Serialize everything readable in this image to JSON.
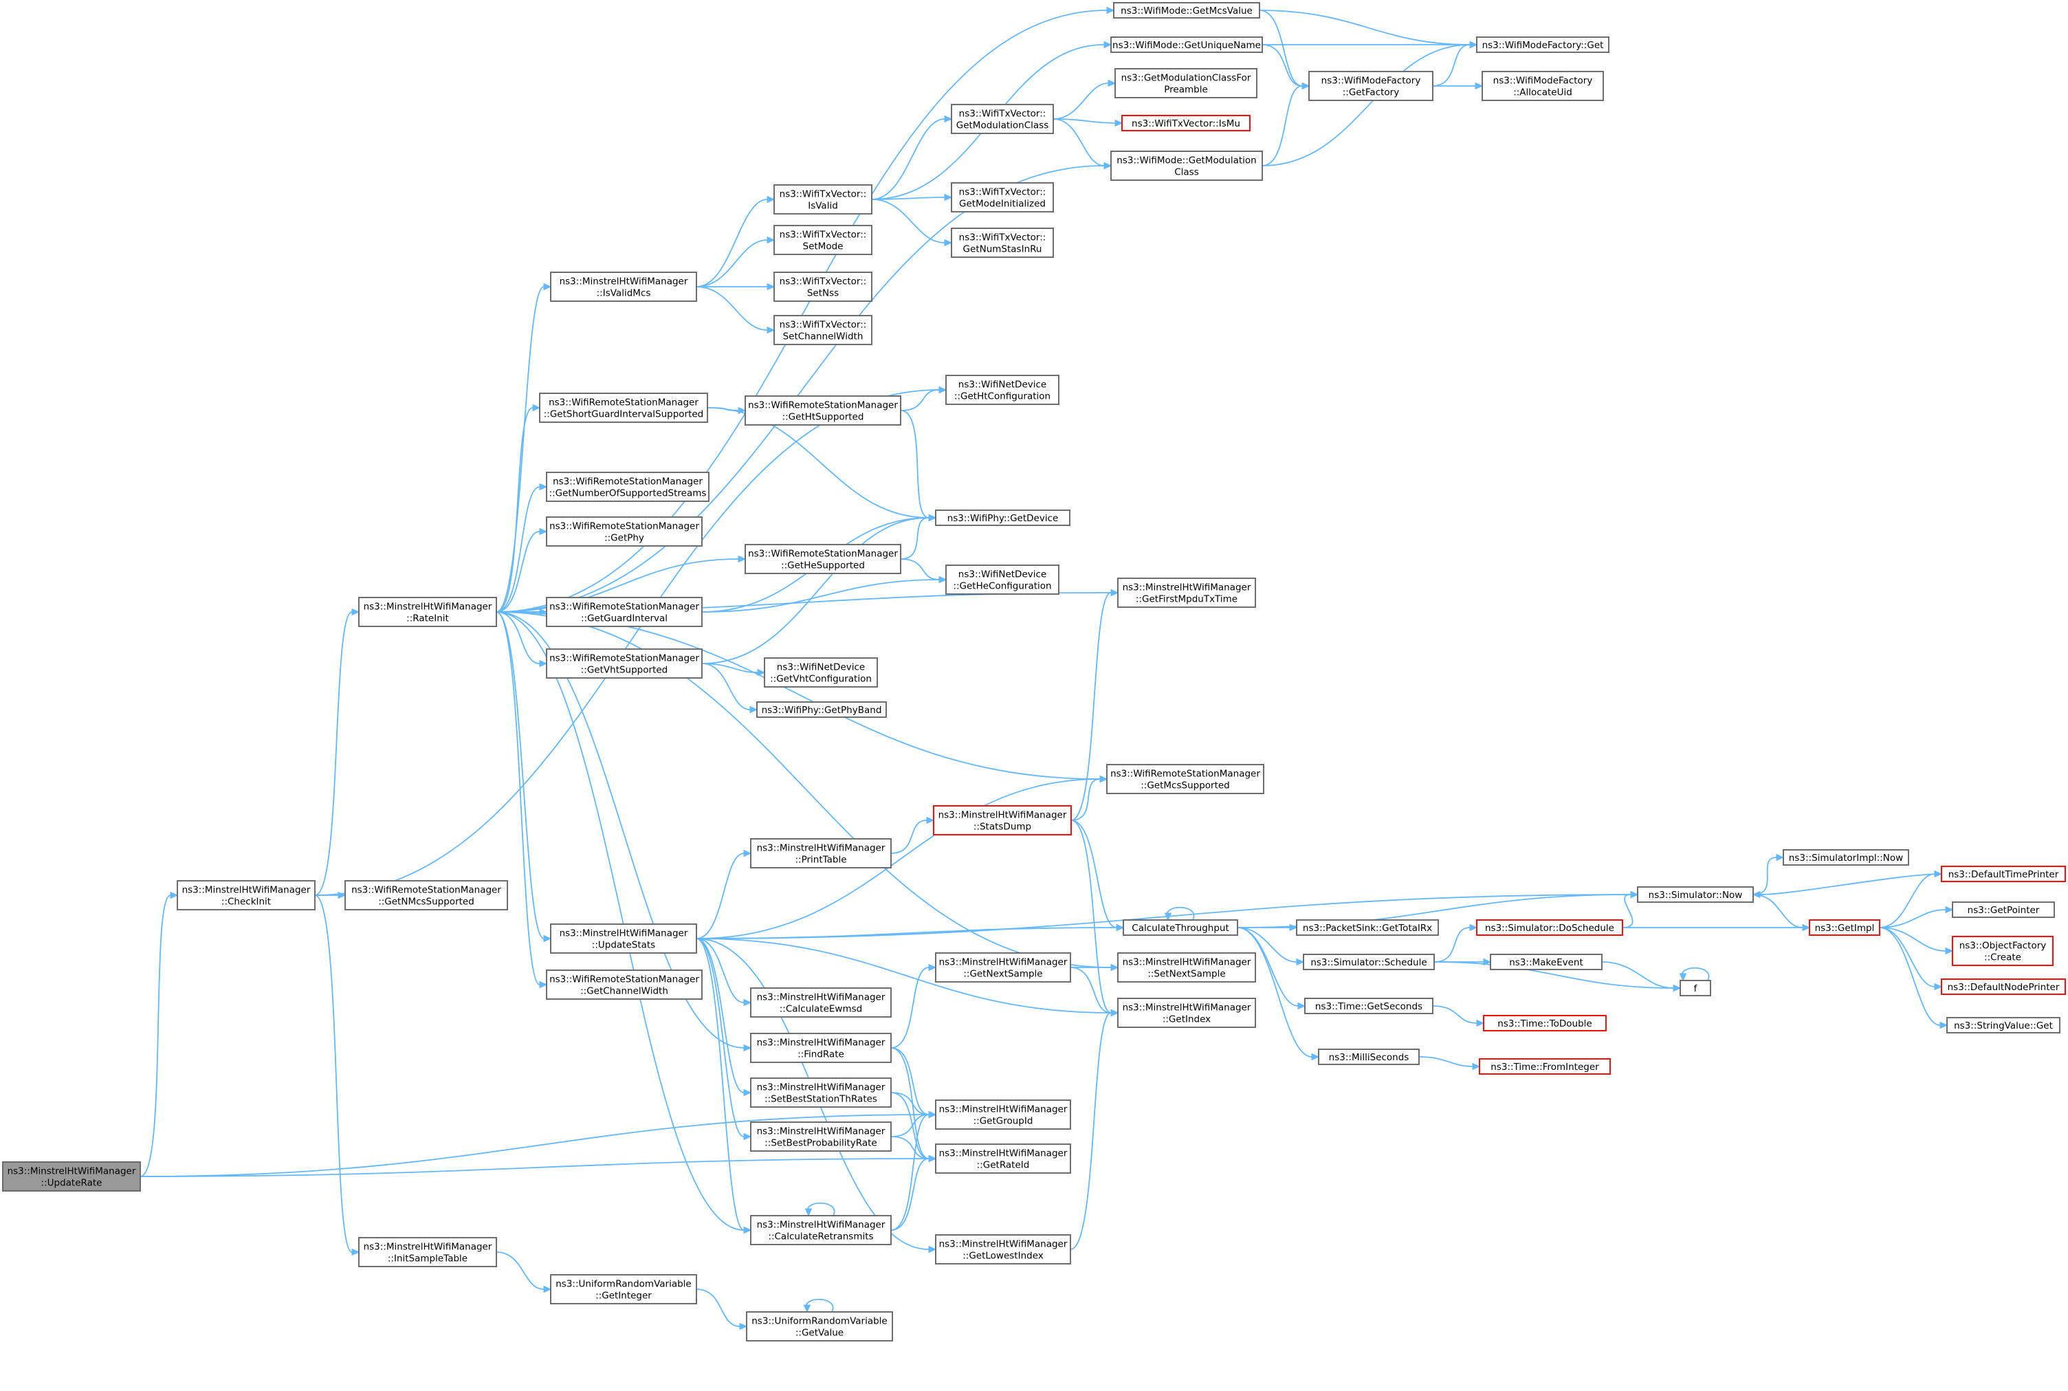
{
  "diagram": {
    "type": "call-graph",
    "colors": {
      "edge": "#63b8ff",
      "node_border": "#666666",
      "root_fill": "#999999",
      "truncated_border": "#ff0000"
    },
    "nodes": [
      {
        "id": "updaterate",
        "lines": [
          "ns3::MinstrelHtWifiManager",
          "::UpdateRate"
        ],
        "root": true
      },
      {
        "id": "checkinit",
        "lines": [
          "ns3::MinstrelHtWifiManager",
          "::CheckInit"
        ]
      },
      {
        "id": "getnmcs",
        "lines": [
          "ns3::WifiRemoteStationManager",
          "::GetNMcsSupported"
        ]
      },
      {
        "id": "initsample",
        "lines": [
          "ns3::MinstrelHtWifiManager",
          "::InitSampleTable"
        ]
      },
      {
        "id": "urv_getinteger",
        "lines": [
          "ns3::UniformRandomVariable",
          "::GetInteger"
        ]
      },
      {
        "id": "urv_getvalue",
        "lines": [
          "ns3::UniformRandomVariable",
          "::GetValue"
        ]
      },
      {
        "id": "rateinit",
        "lines": [
          "ns3::MinstrelHtWifiManager",
          "::RateInit"
        ]
      },
      {
        "id": "isvalidmcs",
        "lines": [
          "ns3::MinstrelHtWifiManager",
          "::IsValidMcs"
        ]
      },
      {
        "id": "getsgi",
        "lines": [
          "ns3::WifiRemoteStationManager",
          "::GetShortGuardIntervalSupported"
        ]
      },
      {
        "id": "getnss",
        "lines": [
          "ns3::WifiRemoteStationManager",
          "::GetNumberOfSupportedStreams"
        ]
      },
      {
        "id": "getphy",
        "lines": [
          "ns3::WifiRemoteStationManager",
          "::GetPhy"
        ]
      },
      {
        "id": "getgi",
        "lines": [
          "ns3::WifiRemoteStationManager",
          "::GetGuardInterval"
        ]
      },
      {
        "id": "getvhtsup",
        "lines": [
          "ns3::WifiRemoteStationManager",
          "::GetVhtSupported"
        ]
      },
      {
        "id": "updatestats",
        "lines": [
          "ns3::MinstrelHtWifiManager",
          "::UpdateStats"
        ]
      },
      {
        "id": "getchwidth",
        "lines": [
          "ns3::WifiRemoteStationManager",
          "::GetChannelWidth"
        ]
      },
      {
        "id": "isvalid",
        "lines": [
          "ns3::WifiTxVector::",
          "IsValid"
        ]
      },
      {
        "id": "setmode",
        "lines": [
          "ns3::WifiTxVector::",
          "SetMode"
        ]
      },
      {
        "id": "setnss",
        "lines": [
          "ns3::WifiTxVector::",
          "SetNss"
        ]
      },
      {
        "id": "setchw",
        "lines": [
          "ns3::WifiTxVector::",
          "SetChannelWidth"
        ]
      },
      {
        "id": "gethtsup",
        "lines": [
          "ns3::WifiRemoteStationManager",
          "::GetHtSupported"
        ]
      },
      {
        "id": "gethesup",
        "lines": [
          "ns3::WifiRemoteStationManager",
          "::GetHeSupported"
        ]
      },
      {
        "id": "getmodclass_tx",
        "lines": [
          "ns3::WifiTxVector::",
          "GetModulationClass"
        ]
      },
      {
        "id": "getmodeinit",
        "lines": [
          "ns3::WifiTxVector::",
          "GetModeInitialized"
        ]
      },
      {
        "id": "getnumstas",
        "lines": [
          "ns3::WifiTxVector::",
          "GetNumStasInRu"
        ]
      },
      {
        "id": "gethtconf",
        "lines": [
          "ns3::WifiNetDevice",
          "::GetHtConfiguration"
        ]
      },
      {
        "id": "getdevice",
        "lines": [
          "ns3::WifiPhy::GetDevice"
        ]
      },
      {
        "id": "getheconf",
        "lines": [
          "ns3::WifiNetDevice",
          "::GetHeConfiguration"
        ]
      },
      {
        "id": "getvhtconf",
        "lines": [
          "ns3::WifiNetDevice",
          "::GetVhtConfiguration"
        ]
      },
      {
        "id": "getphyband",
        "lines": [
          "ns3::WifiPhy::GetPhyBand"
        ]
      },
      {
        "id": "printtable",
        "lines": [
          "ns3::MinstrelHtWifiManager",
          "::PrintTable"
        ]
      },
      {
        "id": "calcewmsd",
        "lines": [
          "ns3::MinstrelHtWifiManager",
          "::CalculateEwmsd"
        ]
      },
      {
        "id": "findrate",
        "lines": [
          "ns3::MinstrelHtWifiManager",
          "::FindRate"
        ]
      },
      {
        "id": "setbeststa",
        "lines": [
          "ns3::MinstrelHtWifiManager",
          "::SetBestStationThRates"
        ]
      },
      {
        "id": "setbestprob",
        "lines": [
          "ns3::MinstrelHtWifiManager",
          "::SetBestProbabilityRate"
        ]
      },
      {
        "id": "calcretrans",
        "lines": [
          "ns3::MinstrelHtWifiManager",
          "::CalculateRetransmits"
        ]
      },
      {
        "id": "statsdump",
        "lines": [
          "ns3::MinstrelHtWifiManager",
          "::StatsDump"
        ],
        "truncated": true
      },
      {
        "id": "getnextsample",
        "lines": [
          "ns3::MinstrelHtWifiManager",
          "::GetNextSample"
        ]
      },
      {
        "id": "getlowest",
        "lines": [
          "ns3::MinstrelHtWifiManager",
          "::GetLowestIndex"
        ]
      },
      {
        "id": "getmcsvalue",
        "lines": [
          "ns3::WifiMode::GetMcsValue"
        ]
      },
      {
        "id": "getuniquename",
        "lines": [
          "ns3::WifiMode::GetUniqueName"
        ]
      },
      {
        "id": "getmodclassforpre",
        "lines": [
          "ns3::GetModulationClassFor",
          "Preamble"
        ]
      },
      {
        "id": "ismu",
        "lines": [
          "ns3::WifiTxVector::IsMu"
        ],
        "truncated": true
      },
      {
        "id": "wm_getmodclass",
        "lines": [
          "ns3::WifiMode::GetModulation",
          "Class"
        ]
      },
      {
        "id": "getfirstmpdu",
        "lines": [
          "ns3::MinstrelHtWifiManager",
          "::GetFirstMpduTxTime"
        ]
      },
      {
        "id": "getmcssup",
        "lines": [
          "ns3::WifiRemoteStationManager",
          "::GetMcsSupported"
        ]
      },
      {
        "id": "calcthroughput",
        "lines": [
          "CalculateThroughput"
        ]
      },
      {
        "id": "setnextsample",
        "lines": [
          "ns3::MinstrelHtWifiManager",
          "::SetNextSample"
        ]
      },
      {
        "id": "getindex",
        "lines": [
          "ns3::MinstrelHtWifiManager",
          "::GetIndex"
        ]
      },
      {
        "id": "getgroupid",
        "lines": [
          "ns3::MinstrelHtWifiManager",
          "::GetGroupId"
        ]
      },
      {
        "id": "getrateid",
        "lines": [
          "ns3::MinstrelHtWifiManager",
          "::GetRateId"
        ]
      },
      {
        "id": "wmf_getfactory",
        "lines": [
          "ns3::WifiModeFactory",
          "::GetFactory"
        ]
      },
      {
        "id": "wmf_get",
        "lines": [
          "ns3::WifiModeFactory::Get"
        ]
      },
      {
        "id": "wmf_alloc",
        "lines": [
          "ns3::WifiModeFactory",
          "::AllocateUid"
        ]
      },
      {
        "id": "packetsink",
        "lines": [
          "ns3::PacketSink::GetTotalRx"
        ]
      },
      {
        "id": "schedule",
        "lines": [
          "ns3::Simulator::Schedule"
        ]
      },
      {
        "id": "getseconds",
        "lines": [
          "ns3::Time::GetSeconds"
        ]
      },
      {
        "id": "milliseconds",
        "lines": [
          "ns3::MilliSeconds"
        ]
      },
      {
        "id": "doschedule",
        "lines": [
          "ns3::Simulator::DoSchedule"
        ],
        "truncated": true
      },
      {
        "id": "makeevent",
        "lines": [
          "ns3::MakeEvent"
        ]
      },
      {
        "id": "todouble",
        "lines": [
          "ns3::Time::ToDouble"
        ],
        "truncated": true
      },
      {
        "id": "frominteger",
        "lines": [
          "ns3::Time::FromInteger"
        ],
        "truncated": true
      },
      {
        "id": "sim_now",
        "lines": [
          "ns3::Simulator::Now"
        ]
      },
      {
        "id": "f",
        "lines": [
          "f"
        ]
      },
      {
        "id": "simimpl_now",
        "lines": [
          "ns3::SimulatorImpl::Now"
        ]
      },
      {
        "id": "getimpl",
        "lines": [
          "ns3::GetImpl"
        ],
        "truncated": true
      },
      {
        "id": "deftimeprinter",
        "lines": [
          "ns3::DefaultTimePrinter"
        ],
        "truncated": true
      },
      {
        "id": "getpointer",
        "lines": [
          "ns3::GetPointer"
        ]
      },
      {
        "id": "objfactory",
        "lines": [
          "ns3::ObjectFactory",
          "::Create"
        ],
        "truncated": true
      },
      {
        "id": "defnodeprinter",
        "lines": [
          "ns3::DefaultNodePrinter"
        ],
        "truncated": true
      },
      {
        "id": "stringvalue",
        "lines": [
          "ns3::StringValue::Get"
        ]
      }
    ],
    "edges": [
      [
        "updaterate",
        "checkinit"
      ],
      [
        "updaterate",
        "getgroupid"
      ],
      [
        "updaterate",
        "getrateid"
      ],
      [
        "checkinit",
        "getnmcs"
      ],
      [
        "checkinit",
        "initsample"
      ],
      [
        "checkinit",
        "rateinit"
      ],
      [
        "checkinit",
        "gethtconf"
      ],
      [
        "initsample",
        "urv_getinteger"
      ],
      [
        "urv_getinteger",
        "urv_getvalue"
      ],
      [
        "urv_getvalue",
        "urv_getvalue"
      ],
      [
        "rateinit",
        "getmcsvalue"
      ],
      [
        "rateinit",
        "wm_getmodclass"
      ],
      [
        "rateinit",
        "isvalidmcs"
      ],
      [
        "rateinit",
        "getsgi"
      ],
      [
        "rateinit",
        "getfirstmpdu"
      ],
      [
        "rateinit",
        "getnss"
      ],
      [
        "rateinit",
        "getphy"
      ],
      [
        "rateinit",
        "gethesup"
      ],
      [
        "rateinit",
        "getgi"
      ],
      [
        "rateinit",
        "getvhtsup"
      ],
      [
        "rateinit",
        "getmcssup"
      ],
      [
        "rateinit",
        "setnextsample"
      ],
      [
        "rateinit",
        "updatestats"
      ],
      [
        "rateinit",
        "getchwidth"
      ],
      [
        "rateinit",
        "findrate"
      ],
      [
        "rateinit",
        "calcretrans"
      ],
      [
        "isvalidmcs",
        "isvalid"
      ],
      [
        "isvalidmcs",
        "setmode"
      ],
      [
        "isvalidmcs",
        "setnss"
      ],
      [
        "isvalidmcs",
        "setchw"
      ],
      [
        "isvalid",
        "getuniquename"
      ],
      [
        "isvalid",
        "getmodclass_tx"
      ],
      [
        "isvalid",
        "getmodeinit"
      ],
      [
        "isvalid",
        "getnumstas"
      ],
      [
        "getmodclass_tx",
        "getmodclassforpre"
      ],
      [
        "getmodclass_tx",
        "ismu"
      ],
      [
        "getmodclass_tx",
        "wm_getmodclass"
      ],
      [
        "getsgi",
        "gethtsup"
      ],
      [
        "getsgi",
        "getdevice"
      ],
      [
        "gethtsup",
        "gethtconf"
      ],
      [
        "gethtsup",
        "getdevice"
      ],
      [
        "gethesup",
        "getdevice"
      ],
      [
        "gethesup",
        "getheconf"
      ],
      [
        "getgi",
        "getdevice"
      ],
      [
        "getgi",
        "getheconf"
      ],
      [
        "getvhtsup",
        "getdevice"
      ],
      [
        "getvhtsup",
        "getvhtconf"
      ],
      [
        "getvhtsup",
        "getphyband"
      ],
      [
        "getmcsvalue",
        "wmf_getfactory"
      ],
      [
        "getmcsvalue",
        "wmf_get"
      ],
      [
        "getuniquename",
        "wmf_getfactory"
      ],
      [
        "getuniquename",
        "wmf_get"
      ],
      [
        "wm_getmodclass",
        "wmf_getfactory"
      ],
      [
        "wm_getmodclass",
        "wmf_get"
      ],
      [
        "wmf_getfactory",
        "wmf_get"
      ],
      [
        "wmf_getfactory",
        "wmf_alloc"
      ],
      [
        "updatestats",
        "getmcssup"
      ],
      [
        "updatestats",
        "printtable"
      ],
      [
        "updatestats",
        "sim_now"
      ],
      [
        "updatestats",
        "calcthroughput"
      ],
      [
        "updatestats",
        "calcewmsd"
      ],
      [
        "updatestats",
        "setbeststa"
      ],
      [
        "updatestats",
        "setbestprob"
      ],
      [
        "updatestats",
        "calcretrans"
      ],
      [
        "updatestats",
        "getindex"
      ],
      [
        "updatestats",
        "getlowest"
      ],
      [
        "printtable",
        "statsdump"
      ],
      [
        "statsdump",
        "getfirstmpdu"
      ],
      [
        "statsdump",
        "getmcssup"
      ],
      [
        "statsdump",
        "calcthroughput"
      ],
      [
        "statsdump",
        "getindex"
      ],
      [
        "findrate",
        "getnextsample"
      ],
      [
        "findrate",
        "getgroupid"
      ],
      [
        "findrate",
        "getrateid"
      ],
      [
        "getnextsample",
        "setnextsample"
      ],
      [
        "getnextsample",
        "getindex"
      ],
      [
        "setbeststa",
        "getgroupid"
      ],
      [
        "setbeststa",
        "getrateid"
      ],
      [
        "setbestprob",
        "getgroupid"
      ],
      [
        "setbestprob",
        "getrateid"
      ],
      [
        "calcretrans",
        "getgroupid"
      ],
      [
        "calcretrans",
        "getrateid"
      ],
      [
        "calcretrans",
        "calcretrans"
      ],
      [
        "getlowest",
        "getindex"
      ],
      [
        "calcthroughput",
        "calcthroughput"
      ],
      [
        "calcthroughput",
        "sim_now"
      ],
      [
        "calcthroughput",
        "packetsink"
      ],
      [
        "calcthroughput",
        "schedule"
      ],
      [
        "calcthroughput",
        "getseconds"
      ],
      [
        "calcthroughput",
        "milliseconds"
      ],
      [
        "schedule",
        "doschedule"
      ],
      [
        "schedule",
        "makeevent"
      ],
      [
        "schedule",
        "f"
      ],
      [
        "getseconds",
        "todouble"
      ],
      [
        "milliseconds",
        "frominteger"
      ],
      [
        "doschedule",
        "sim_now"
      ],
      [
        "doschedule",
        "getimpl"
      ],
      [
        "makeevent",
        "f"
      ],
      [
        "f",
        "f"
      ],
      [
        "sim_now",
        "simimpl_now"
      ],
      [
        "sim_now",
        "getimpl"
      ],
      [
        "getimpl",
        "deftimeprinter"
      ],
      [
        "getimpl",
        "getpointer"
      ],
      [
        "getimpl",
        "objfactory"
      ],
      [
        "getimpl",
        "defnodeprinter"
      ],
      [
        "getimpl",
        "stringvalue"
      ],
      [
        "deftimeprinter",
        "sim_now"
      ]
    ]
  }
}
